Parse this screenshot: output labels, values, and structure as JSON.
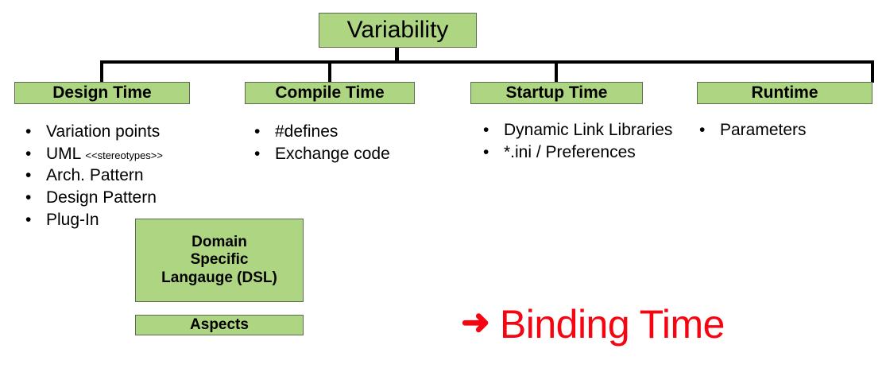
{
  "diagram": {
    "root": {
      "label": "Variability"
    },
    "branches": [
      {
        "title": "Design Time",
        "items": [
          {
            "text": "Variation points",
            "note": ""
          },
          {
            "text": "UML ",
            "note": "<<stereotypes>>"
          },
          {
            "text": "Arch. Pattern",
            "note": ""
          },
          {
            "text": "Design Pattern",
            "note": ""
          },
          {
            "text": "Plug-In",
            "note": ""
          }
        ]
      },
      {
        "title": "Compile Time",
        "items": [
          {
            "text": "#defines",
            "note": ""
          },
          {
            "text": "Exchange code",
            "note": ""
          }
        ]
      },
      {
        "title": "Startup Time",
        "items": [
          {
            "text": "Dynamic Link Libraries",
            "note": ""
          },
          {
            "text": "*.ini / Preferences",
            "note": ""
          }
        ]
      },
      {
        "title": "Runtime",
        "items": [
          {
            "text": "Parameters",
            "note": ""
          }
        ]
      }
    ],
    "side_boxes": [
      {
        "lines": [
          "Domain",
          "Specific",
          "Langauge (DSL)"
        ]
      },
      {
        "lines": [
          "Aspects"
        ]
      }
    ],
    "callout": {
      "arrow_icon": "right-arrow-icon",
      "arrow_glyph": "➜",
      "label": "Binding Time"
    },
    "bullet_glyph": "•",
    "colors": {
      "box_fill": "#aed581",
      "box_border": "#5a6b52",
      "callout_red": "#f60511",
      "connector": "#000000",
      "text": "#000000",
      "background": "#ffffff"
    }
  }
}
